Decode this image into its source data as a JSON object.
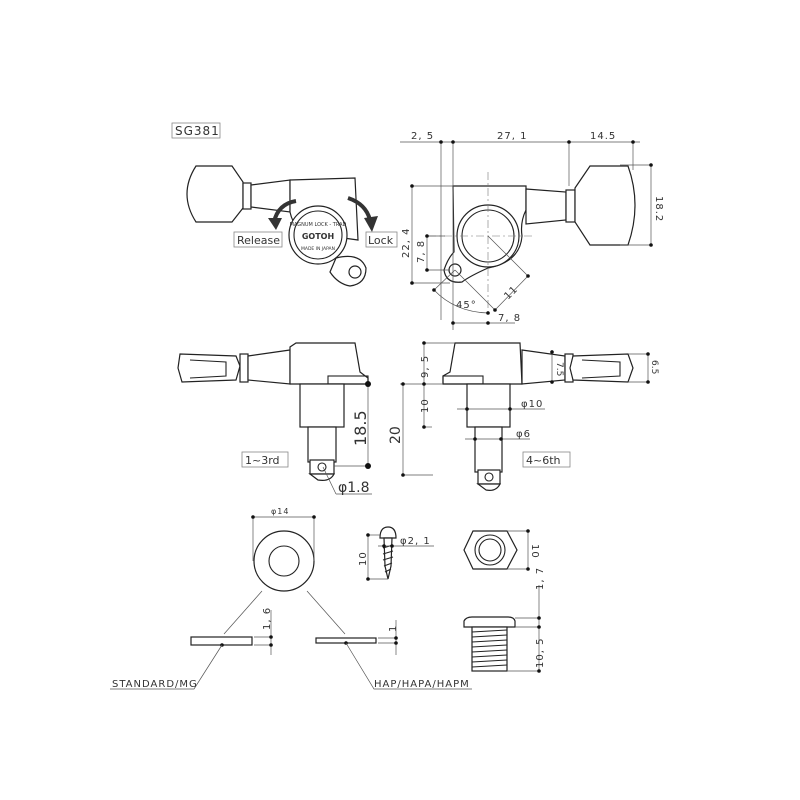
{
  "model": "SG381",
  "top_view": {
    "release_label": "Release",
    "lock_label": "Lock",
    "knob_text_top": "MAGNUM LOCK - TRAD",
    "knob_brand": "GOTOH",
    "knob_text_bottom": "MADE IN JAPAN",
    "dims": {
      "d1": "2, 5",
      "d2": "27, 1",
      "d3": "14.5",
      "d4": "18.2",
      "d5": "22, 4",
      "d6": "7, 8",
      "d7": "7, 8",
      "d8": "11",
      "angle": "45°"
    }
  },
  "side_view": {
    "left_label": "1~3rd",
    "right_label": "4~6th",
    "dims": {
      "d185": "18.5",
      "hole": "φ1.8",
      "d20": "20",
      "d95": "9, 5",
      "d10": "10",
      "phi10": "φ10",
      "phi6": "φ6",
      "d75": "7.5",
      "d65": "6.5"
    }
  },
  "parts": {
    "washer_dia": "φ14",
    "std_thick": "1, 6",
    "hap_thick": "1",
    "std_label": "STANDARD/MG",
    "hap_label": "HAP/HAPA/HAPM",
    "screw_dia": "φ2, 1",
    "screw_len": "10",
    "nut_size": "10",
    "bush_head": "1, 7",
    "bush_len": "10, 5"
  }
}
